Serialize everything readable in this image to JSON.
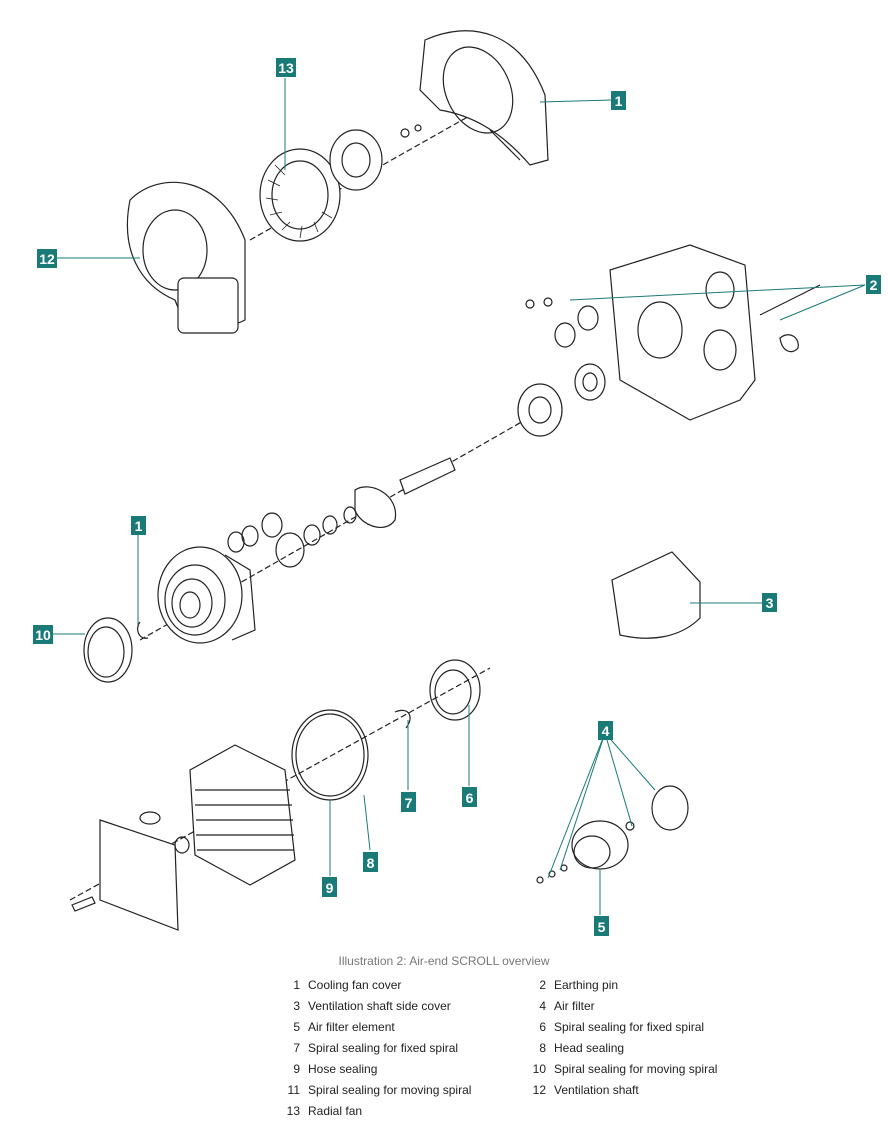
{
  "colors": {
    "tag_bg": "#1a7a78",
    "tag_text": "#ffffff",
    "line": "#222222",
    "leader": "#1a7a78"
  },
  "callouts": {
    "c1_top": "1",
    "c13": "13",
    "c12": "12",
    "c2": "2",
    "c1_mid": "1",
    "c10": "10",
    "c3": "3",
    "c4": "4",
    "c7": "7",
    "c6": "6",
    "c8": "8",
    "c9": "9",
    "c5": "5"
  },
  "caption": "Illustration 2: Air-end SCROLL overview",
  "legend": [
    {
      "num": "1",
      "label": "Cooling fan cover"
    },
    {
      "num": "2",
      "label": "Earthing pin"
    },
    {
      "num": "3",
      "label": "Ventilation shaft side cover"
    },
    {
      "num": "4",
      "label": "Air filter"
    },
    {
      "num": "5",
      "label": "Air filter element"
    },
    {
      "num": "6",
      "label": "Spiral sealing for fixed spiral"
    },
    {
      "num": "7",
      "label": "Spiral sealing for fixed spiral"
    },
    {
      "num": "8",
      "label": "Head sealing"
    },
    {
      "num": "9",
      "label": "Hose sealing"
    },
    {
      "num": "10",
      "label": "Spiral sealing for moving spiral"
    },
    {
      "num": "11",
      "label": "Spiral sealing for moving spiral"
    },
    {
      "num": "12",
      "label": "Ventilation shaft"
    },
    {
      "num": "13",
      "label": "Radial fan"
    }
  ]
}
